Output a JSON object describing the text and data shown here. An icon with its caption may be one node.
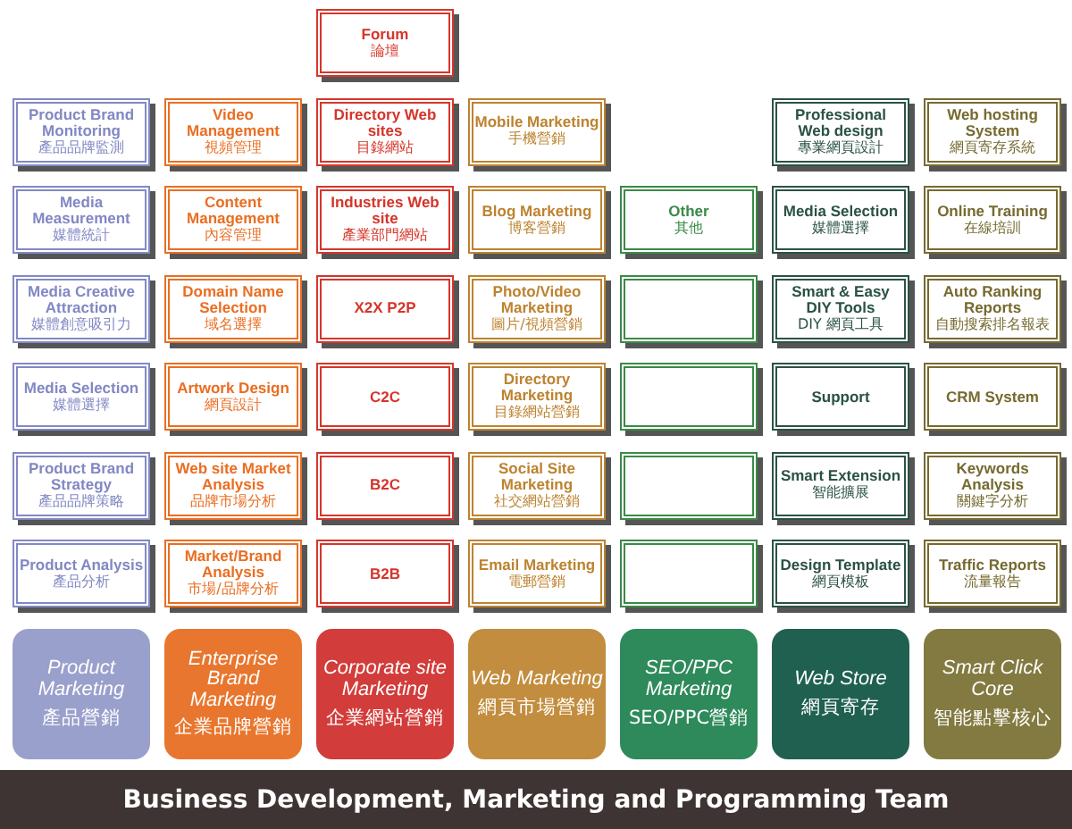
{
  "diagram": {
    "caption": "Business Development, Marketing and Programming Team",
    "nodes": [
      {
        "text": [
          "Forum",
          "論壇"
        ]
      },
      {
        "text": [
          "Product Brand Monitoring",
          "產品品牌監測"
        ]
      },
      {
        "text": [
          "Video Management",
          "視頻管理"
        ]
      },
      {
        "text": [
          "Directory Web sites",
          "目錄網站"
        ]
      },
      {
        "text": [
          "Mobile Marketing",
          "手機營銷"
        ]
      },
      {
        "text": [
          "Professional Web design",
          "專業網頁設計"
        ]
      },
      {
        "text": [
          "Web hosting System",
          "網頁寄存系統"
        ]
      },
      {
        "text": [
          "Media Measurement",
          "媒體統計"
        ]
      },
      {
        "text": [
          "Content Management",
          "內容管理"
        ]
      },
      {
        "text": [
          "Industries Web site",
          "產業部門網站"
        ]
      },
      {
        "text": [
          "Blog Marketing",
          "博客營銷"
        ]
      },
      {
        "text": [
          "Other",
          "其他"
        ]
      },
      {
        "text": [
          "Media Selection",
          "媒體選擇"
        ]
      },
      {
        "text": [
          "Online Training",
          "在線培訓"
        ]
      },
      {
        "text": [
          "Media Creative Attraction",
          "媒體創意吸引力"
        ]
      },
      {
        "text": [
          "Domain Name Selection",
          "域名選擇"
        ]
      },
      {
        "text": [
          "X2X P2P"
        ]
      },
      {
        "text": [
          "Photo/Video Marketing",
          "圖片/視頻營銷"
        ]
      },
      {
        "text": [],
        "shape": "box"
      },
      {
        "text": [
          "Smart & Easy DIY Tools",
          "DIY 網頁工具"
        ]
      },
      {
        "text": [
          "Auto Ranking Reports",
          "自動搜索排名報表"
        ]
      },
      {
        "text": [
          "Media Selection",
          "媒體選擇"
        ]
      },
      {
        "text": [
          "Artwork Design",
          "網頁設計"
        ]
      },
      {
        "text": [
          "C2C"
        ]
      },
      {
        "text": [
          "Directory Marketing",
          "目錄網站營銷"
        ]
      },
      {
        "text": [],
        "shape": "box"
      },
      {
        "text": [
          "Support"
        ]
      },
      {
        "text": [
          "CRM System"
        ]
      },
      {
        "text": [
          "Product Brand Strategy",
          "產品品牌策略"
        ]
      },
      {
        "text": [
          "Web site Market Analysis",
          "品牌市場分析"
        ]
      },
      {
        "text": [
          "B2C"
        ]
      },
      {
        "text": [
          "Social Site Marketing",
          "社交網站營銷"
        ]
      },
      {
        "text": [],
        "shape": "box"
      },
      {
        "text": [
          "Smart Extension",
          "智能擴展"
        ]
      },
      {
        "text": [
          "Keywords Analysis",
          "關鍵字分析"
        ]
      },
      {
        "text": [
          "Product Analysis",
          "產品分析"
        ]
      },
      {
        "text": [
          "Market/Brand Analysis",
          "市場/品牌分析"
        ]
      },
      {
        "text": [
          "B2B"
        ]
      },
      {
        "text": [
          "Email Marketing",
          "電郵營銷"
        ]
      },
      {
        "text": [],
        "shape": "box"
      },
      {
        "text": [
          "Design Template",
          "網頁模板"
        ]
      },
      {
        "text": [
          "Traffic Reports",
          "流量報告"
        ]
      },
      {
        "text": [
          "Product Marketing",
          "產品營銷"
        ]
      },
      {
        "text": [
          "Enterprise Brand Marketing",
          "企業品牌營銷"
        ]
      },
      {
        "text": [
          "Corporate site Marketing",
          "企業網站營銷"
        ]
      },
      {
        "text": [
          "Web Marketing",
          "網頁市場營銷"
        ]
      },
      {
        "text": [
          "SEO/PPC Marketing",
          "SEO/PPC營銷"
        ]
      },
      {
        "text": [
          "Web Store",
          "網頁寄存"
        ]
      },
      {
        "text": [
          "Smart Click Core",
          "智能點擊核心"
        ]
      }
    ]
  }
}
